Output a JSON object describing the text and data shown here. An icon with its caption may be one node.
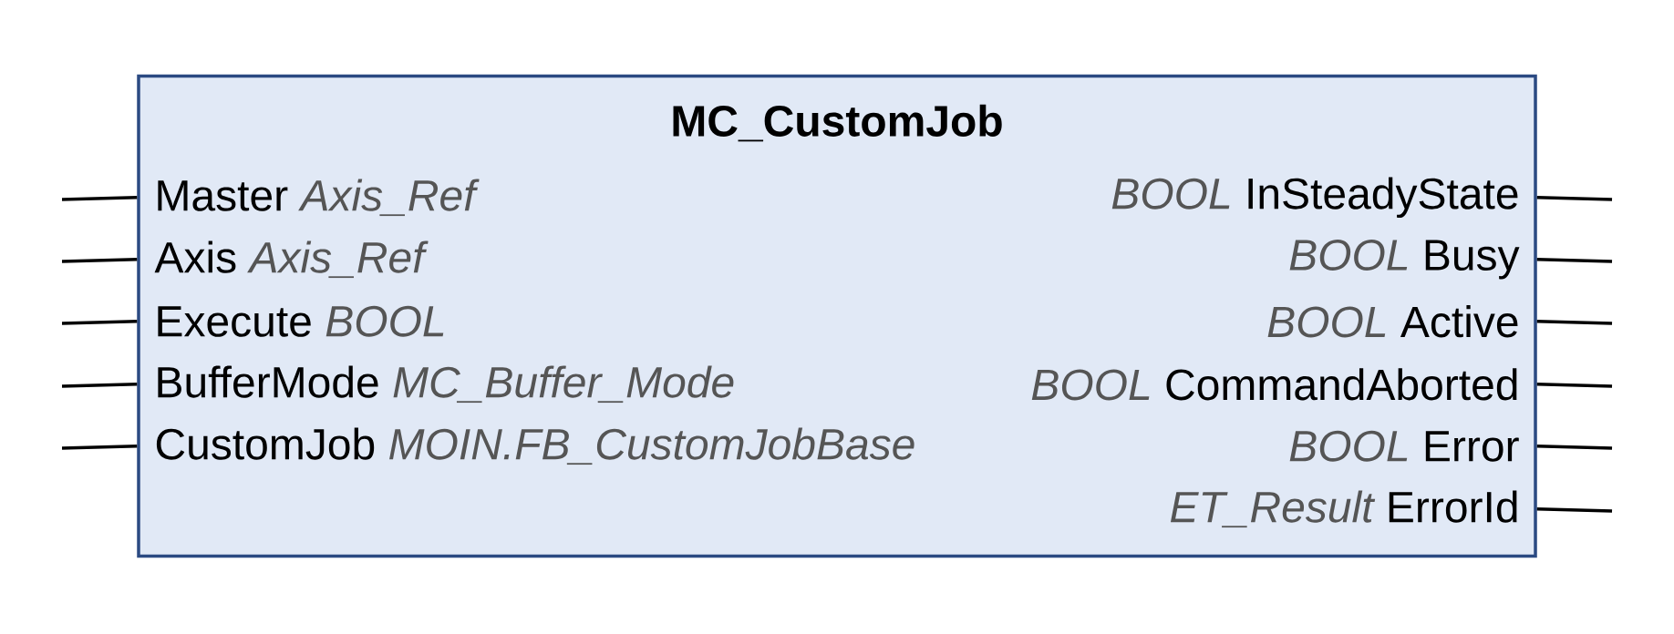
{
  "diagram": {
    "nodes": [
      {
        "text": [
          "MC_CustomJob"
        ]
      },
      {
        "text": [
          "Master",
          "Axis_Ref"
        ],
        "in": 0
      },
      {
        "text": [
          "Axis",
          "Axis_Ref"
        ],
        "in": 0
      },
      {
        "text": [
          "Execute",
          "BOOL"
        ],
        "in": 0
      },
      {
        "text": [
          "BufferMode",
          "MC_Buffer_Mode"
        ],
        "in": 0
      },
      {
        "text": [
          "CustomJob",
          "MOIN.FB_CustomJobBase"
        ],
        "in": 0
      },
      {
        "text": [
          "BOOL",
          "InSteadyState"
        ],
        "in": 0
      },
      {
        "text": [
          "BOOL",
          "Busy"
        ],
        "in": 0
      },
      {
        "text": [
          "BOOL",
          "Active"
        ],
        "in": 0
      },
      {
        "text": [
          "BOOL",
          "CommandAborted"
        ],
        "in": 0
      },
      {
        "text": [
          "BOOL",
          "Error"
        ],
        "in": 0
      },
      {
        "text": [
          "ET_Result",
          "ErrorId"
        ],
        "in": 0
      }
    ],
    "edges": [
      {
        "from": null,
        "to": 1,
        "arrow": "none"
      },
      {
        "from": null,
        "to": 2,
        "arrow": "none"
      },
      {
        "from": null,
        "to": 3,
        "arrow": "none"
      },
      {
        "from": null,
        "to": 4,
        "arrow": "none"
      },
      {
        "from": null,
        "to": 5,
        "arrow": "none"
      },
      {
        "from": 6,
        "to": null,
        "arrow": "none"
      },
      {
        "from": 7,
        "to": null,
        "arrow": "none"
      },
      {
        "from": 8,
        "to": null,
        "arrow": "none"
      },
      {
        "from": 9,
        "to": null,
        "arrow": "none"
      },
      {
        "from": 10,
        "to": null,
        "arrow": "none"
      },
      {
        "from": 11,
        "to": null,
        "arrow": "none"
      }
    ]
  }
}
